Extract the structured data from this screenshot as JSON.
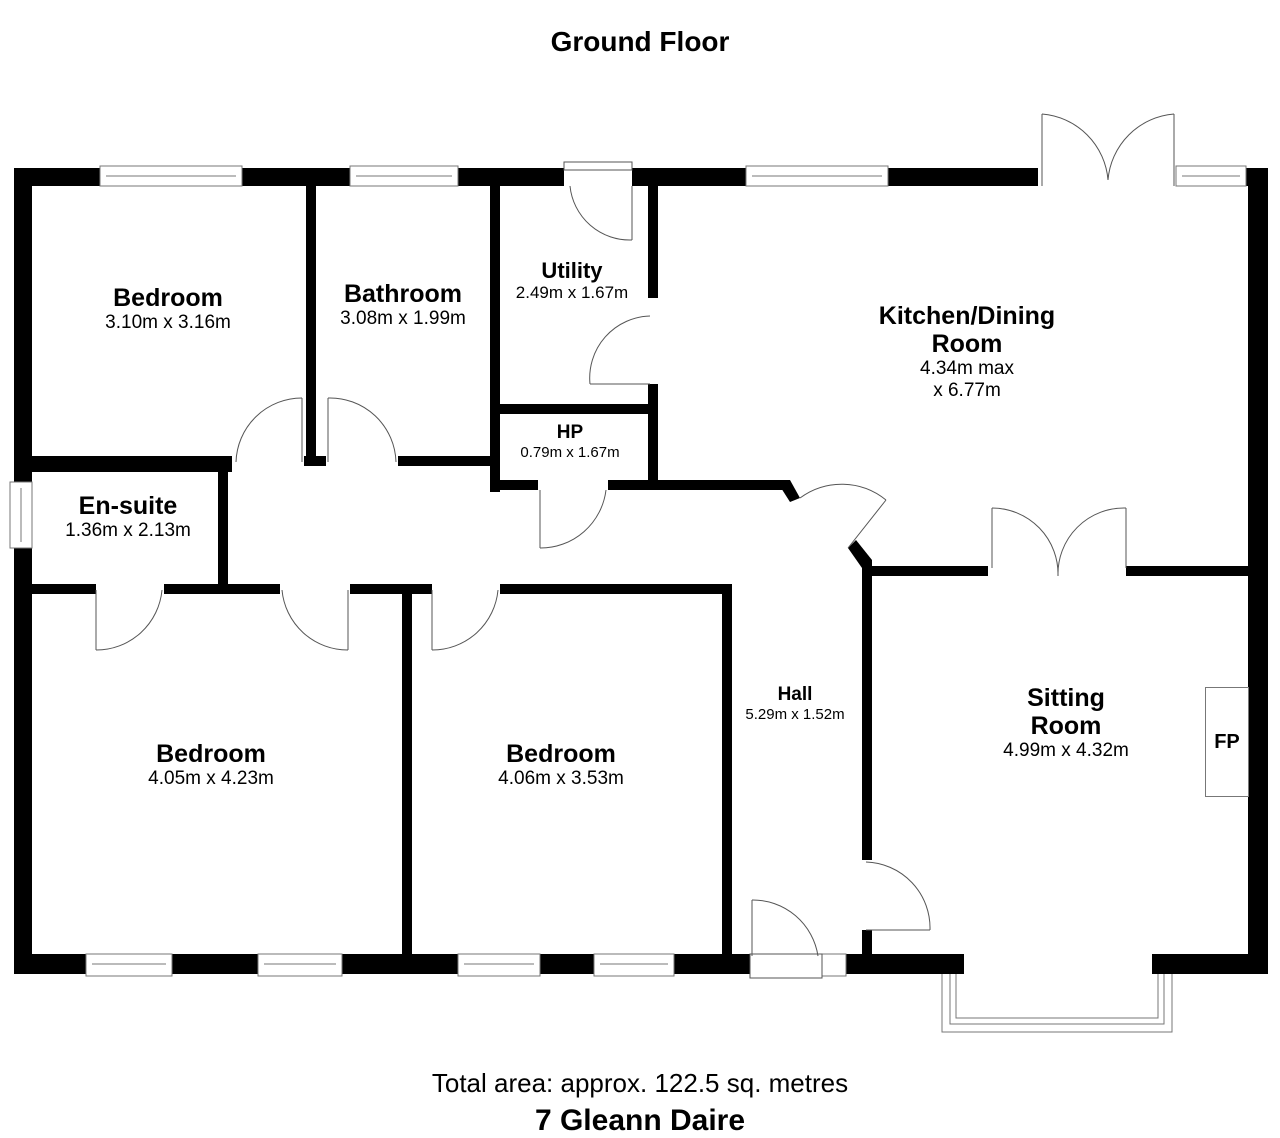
{
  "plan": {
    "title": "Ground Floor",
    "total_area": "Total area: approx. 122.5 sq. metres",
    "property_name": "7 Gleann Daire"
  },
  "rooms": {
    "bedroom_1": {
      "name": "Bedroom",
      "dims": "3.10m x 3.16m"
    },
    "bathroom": {
      "name": "Bathroom",
      "dims": "3.08m x 1.99m"
    },
    "utility": {
      "name": "Utility",
      "dims": "2.49m x 1.67m"
    },
    "hp": {
      "name": "HP",
      "dims": "0.79m x 1.67m"
    },
    "kitchen_dining": {
      "name_line1": "Kitchen/Dining",
      "name_line2": "Room",
      "dims_line1": "4.34m max",
      "dims_line2": "x 6.77m"
    },
    "en_suite": {
      "name": "En-suite",
      "dims": "1.36m x 2.13m"
    },
    "bedroom_2": {
      "name": "Bedroom",
      "dims": "4.05m x 4.23m"
    },
    "bedroom_3": {
      "name": "Bedroom",
      "dims": "4.06m x 3.53m"
    },
    "hall": {
      "name": "Hall",
      "dims": "5.29m x 1.52m"
    },
    "sitting_room": {
      "name_line1": "Sitting",
      "name_line2": "Room",
      "dims": "4.99m x 4.32m"
    }
  },
  "fixtures": {
    "fireplace": "FP"
  },
  "colors": {
    "wall": "#000000",
    "background": "#ffffff",
    "window_stroke": "#777777",
    "door_stroke": "#555555"
  }
}
